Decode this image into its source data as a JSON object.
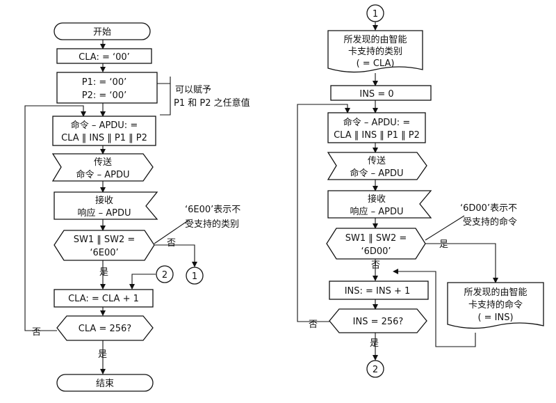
{
  "left": {
    "start": "开始",
    "cla_init": "CLA: = ‘00’",
    "p1_init": "P1: = ‘00’",
    "p2_init": "P2: = ‘00’",
    "p_note_line1": "可以赋予",
    "p_note_line2": "P1 和 P2 之任意值",
    "apdu_assign_line1": "命令 – APDU: =",
    "apdu_assign_line2": "CLA ‖ INS ‖ P1 ‖ P2",
    "send_line1": "传送",
    "send_line2": "命令 – APDU",
    "recv_line1": "接收",
    "recv_line2": "响应 – APDU",
    "sw_note_line1": "‘6E00’表示不",
    "sw_note_line2": "受支持的类别",
    "sw_check_line1": "SW1 ‖ SW2 =",
    "sw_check_line2": "‘6E00’",
    "no_label": "否",
    "yes_label": "是",
    "connector_1": "1",
    "connector_2": "2",
    "cla_increment": "CLA: = CLA + 1",
    "cla_check": "CLA = 256?",
    "no_label_2": "否",
    "yes_label_2": "是",
    "end": "结束"
  },
  "right": {
    "connector_1": "1",
    "found_cla_line1": "所发现的由智能",
    "found_cla_line2": "卡支持的类别",
    "found_cla_line3": "( = CLA)",
    "ins_init": "INS = 0",
    "apdu_assign_line1": "命令 – APDU: =",
    "apdu_assign_line2": "CLA ‖ INS ‖ P1 ‖ P2",
    "send_line1": "传送",
    "send_line2": "命令 – APDU",
    "recv_line1": "接收",
    "recv_line2": "响应 – APDU",
    "sw_note_line1": "‘6D00’表示不",
    "sw_note_line2": "受支持的命令",
    "sw_check_line1": "SW1 ‖ SW2 =",
    "sw_check_line2": "‘6D00’",
    "yes_label": "是",
    "no_label": "否",
    "ins_increment": "INS: = INS + 1",
    "found_ins_line1": "所发现的由智能",
    "found_ins_line2": "卡支持的命令",
    "found_ins_line3": "( = INS)",
    "ins_check": "INS = 256?",
    "no_label_2": "否",
    "yes_label_2": "是",
    "connector_2": "2"
  }
}
